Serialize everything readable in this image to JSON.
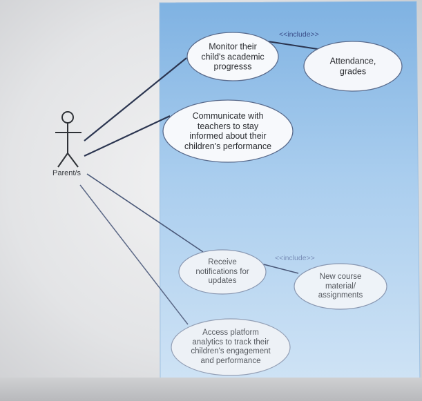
{
  "diagram": {
    "actor": {
      "label": "Parent/s",
      "icon": "stick-figure-icon"
    },
    "use_cases": [
      {
        "id": "monitor",
        "label": "Monitor their\nchild's academic\nprogresss"
      },
      {
        "id": "attendance",
        "label": "Attendance,\ngrades"
      },
      {
        "id": "communicate",
        "label": "Communicate with\nteachers to stay\ninformed about their\nchildren's performance"
      },
      {
        "id": "notifications",
        "label": "Receive\nnotifications for\nupdates"
      },
      {
        "id": "new-course",
        "label": "New course\nmaterial/\nassignments"
      },
      {
        "id": "analytics",
        "label": "Access platform\nanalytics to track their\nchildren's engagement\nand performance"
      }
    ],
    "relations": [
      {
        "from": "monitor",
        "to": "attendance",
        "stereotype": "<<include>>"
      },
      {
        "from": "notifications",
        "to": "new-course",
        "stereotype": "<<include>>"
      }
    ],
    "colors": {
      "system_boundary": "#8ebbe4",
      "line": "#2f3a5c",
      "ellipse_fill": "#f7f9fc",
      "ellipse_stroke": "#5a6b8c"
    }
  }
}
